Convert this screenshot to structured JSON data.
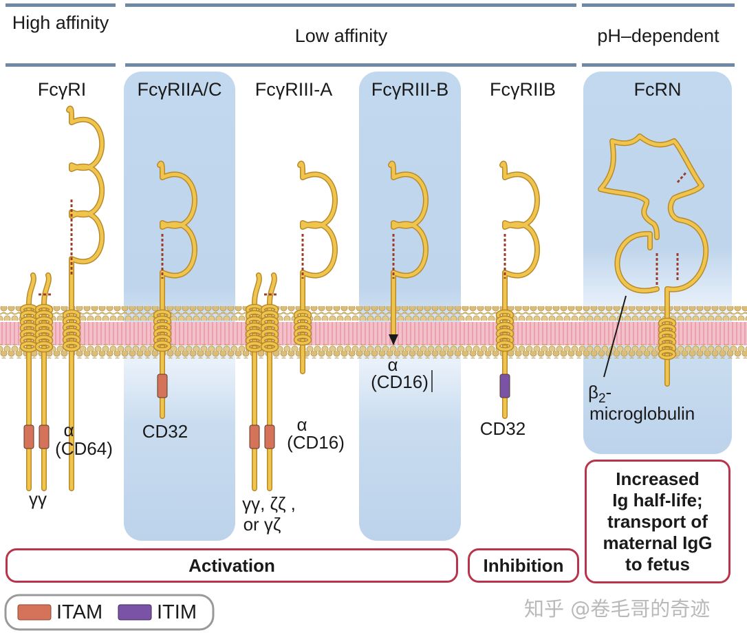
{
  "groups": [
    {
      "label": "High affinity"
    },
    {
      "label": "Low affinity"
    },
    {
      "label": "pH–dependent"
    }
  ],
  "receptors": [
    {
      "name": "FcγRI"
    },
    {
      "name": "FcγRIIA/C"
    },
    {
      "name": "FcγRIII-A"
    },
    {
      "name": "FcγRIII-B"
    },
    {
      "name": "FcγRIIB"
    },
    {
      "name": "FcRN"
    }
  ],
  "labels": {
    "fcgr1_chains": "γγ",
    "fcgr1_alpha": "α",
    "fcgr1_cd": "(CD64)",
    "fcgr2a_cd": "CD32",
    "fcgr3a_chains_line1": "γγ, ζζ ,",
    "fcgr3a_chains_line2": "or γζ",
    "fcgr3a_alpha": "α",
    "fcgr3a_cd": "(CD16)",
    "fcgr3b_alpha": "α",
    "fcgr3b_cd": "(CD16)",
    "fcgr2b_cd": "CD32",
    "b2m_line1": "β",
    "b2m_sub": "2",
    "b2m_dash": "-",
    "b2m_line2": "microglobulin"
  },
  "functions": {
    "activation": "Activation",
    "inhibition": "Inhibition",
    "fcrn_line1": "Increased",
    "fcrn_line2": "Ig half-life;",
    "fcrn_line3": "transport of",
    "fcrn_line4": "maternal IgG",
    "fcrn_line5": "to fetus"
  },
  "legend": [
    {
      "label": "ITAM",
      "color": "#d4735a"
    },
    {
      "label": "ITIM",
      "color": "#7a52a6"
    }
  ],
  "watermark": "知乎 @卷毛哥的奇迹",
  "colors": {
    "protein": "#f0c54e",
    "protein_outline": "#b8892a",
    "panel_blue": "#c2d8ee",
    "membrane_pink": "#f2b8c2",
    "head_gold": "#d9bd79",
    "box_border": "#b8344a",
    "group_bar": "#6e88a6",
    "disulfide": "#9c3d2a"
  }
}
